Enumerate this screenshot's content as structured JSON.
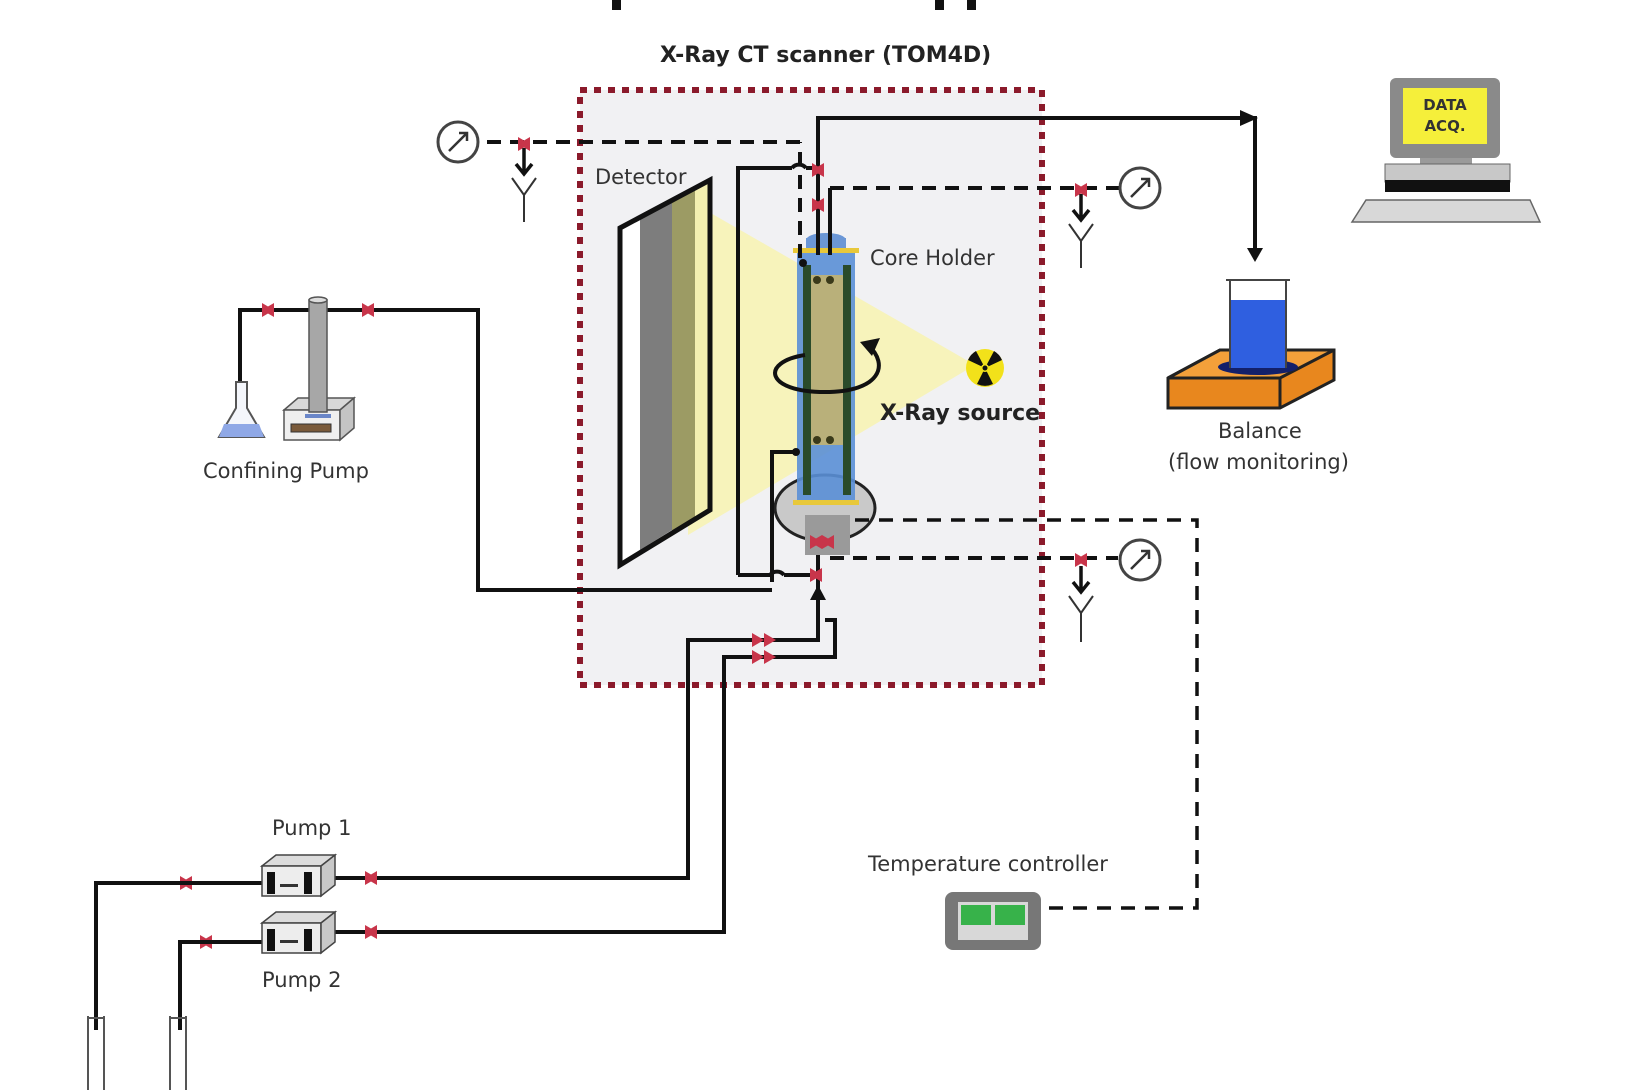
{
  "figure": {
    "type": "experimental setup schematic",
    "scanner_label": "X-Ray CT scanner (TOM4D)",
    "components": {
      "detector": "Detector",
      "core_holder": "Core Holder",
      "xray_source": "X-Ray source",
      "confining_pump": "Confining Pump",
      "balance_line1": "Balance",
      "balance_line2": "(flow monitoring)",
      "computer_screen_line1": "DATA",
      "computer_screen_line2": "ACQ.",
      "pump1": "Pump 1",
      "pump2": "Pump 2",
      "temperature_controller": "Temperature controller"
    },
    "icons": {
      "pressure_gauge": "pressure-gauge-icon",
      "radiation": "radiation-icon",
      "rotation": "rotation-arrow-icon",
      "valve": "valve-icon",
      "vent": "vent-icon"
    },
    "colors": {
      "scanner_border": "#8b1a2b",
      "scanner_fill": "#f1f1f3",
      "xray_beam": "#f7f3b5",
      "valve": "#c8354a",
      "beaker_liquid": "#2f5fe0",
      "balance_body": "#e8871e",
      "screen": "#f5ef3a",
      "temp_display": "#37b24a"
    }
  }
}
